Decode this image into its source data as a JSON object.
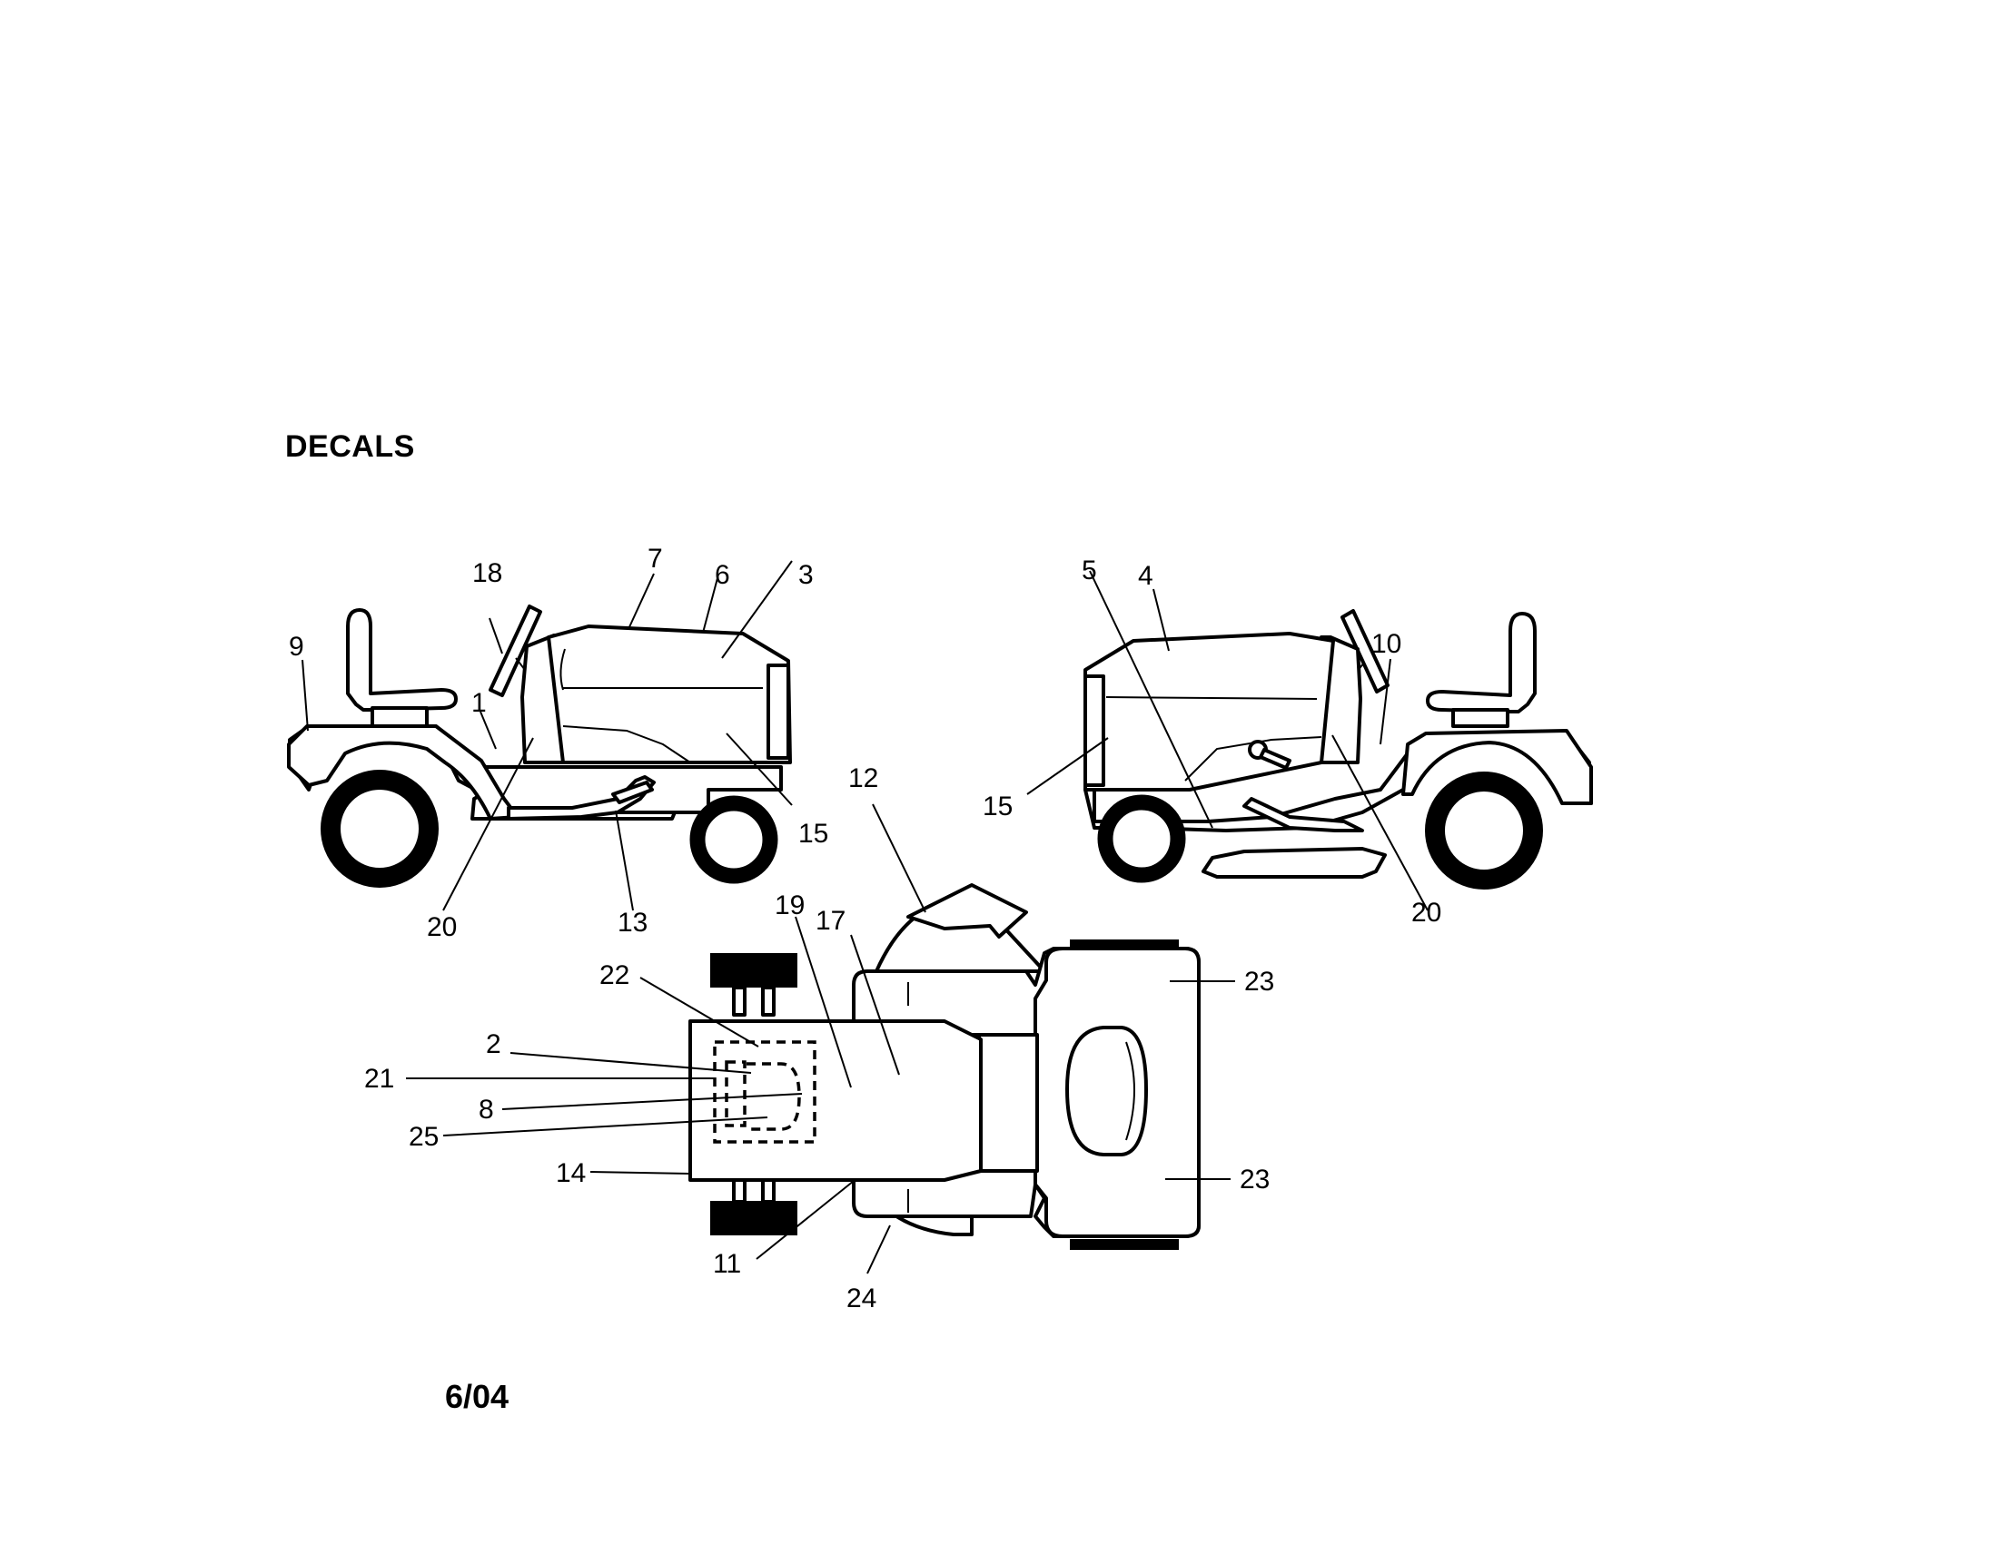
{
  "page": {
    "title": "DECALS",
    "date": "6/04"
  },
  "callouts": {
    "left_view": [
      "9",
      "18",
      "1",
      "7",
      "6",
      "3",
      "15",
      "20",
      "13"
    ],
    "right_view": [
      "5",
      "4",
      "10",
      "15",
      "20"
    ],
    "top_view": [
      "12",
      "19",
      "17",
      "22",
      "2",
      "21",
      "8",
      "25",
      "14",
      "11",
      "24",
      "23",
      "23"
    ]
  }
}
